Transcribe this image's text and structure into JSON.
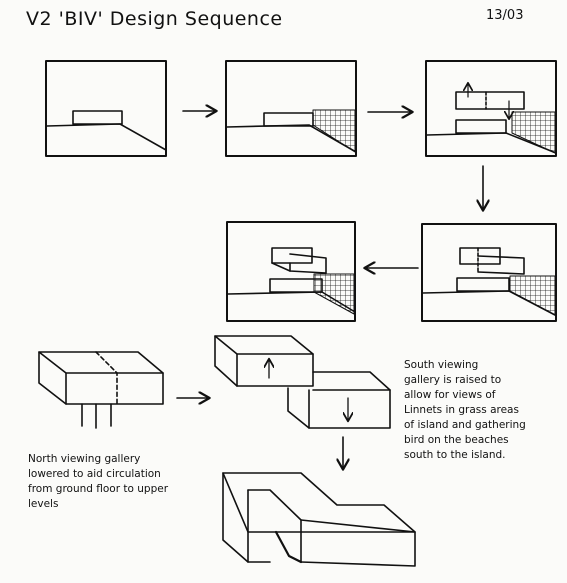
{
  "header": {
    "title": "V2 'BIV' Design Sequence",
    "date": "13/03"
  },
  "notes": {
    "south_gallery": "South viewing\ngallery is raised to\nallow for views of\nLinnets in grass areas\nof island and gathering\nbird on the beaches\nsouth to the island.",
    "north_gallery": "North viewing gallery\nlowered to aid circulation\nfrom ground floor to upper\nlevels"
  }
}
